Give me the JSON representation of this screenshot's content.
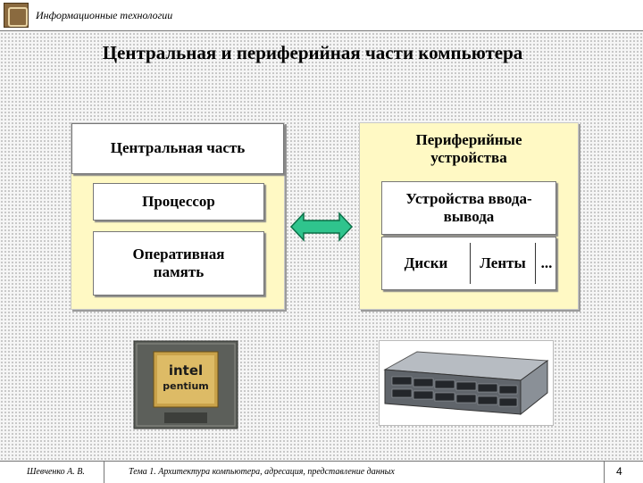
{
  "header": {
    "title": "Информационные технологии"
  },
  "title": "Центральная и периферийная части компьютера",
  "central": {
    "heading": "Центральная часть",
    "processor": "Процессор",
    "memory": "Оперативная память"
  },
  "peripheral": {
    "heading": "Периферийные устройства",
    "io": "Устройства ввода-вывода",
    "disks": "Диски",
    "tapes": "Ленты",
    "more": "..."
  },
  "images": {
    "cpu_brand": "intel",
    "cpu_model": "pentium"
  },
  "colors": {
    "panel_fill": "#fff9c4",
    "arrow_fill": "#2fc48d",
    "arrow_stroke": "#0a6e46"
  },
  "footer": {
    "author": "Шевченко А. В.",
    "topic": "Тема 1. Архитектура компьютера, адресация, представление данных",
    "page": "4"
  }
}
